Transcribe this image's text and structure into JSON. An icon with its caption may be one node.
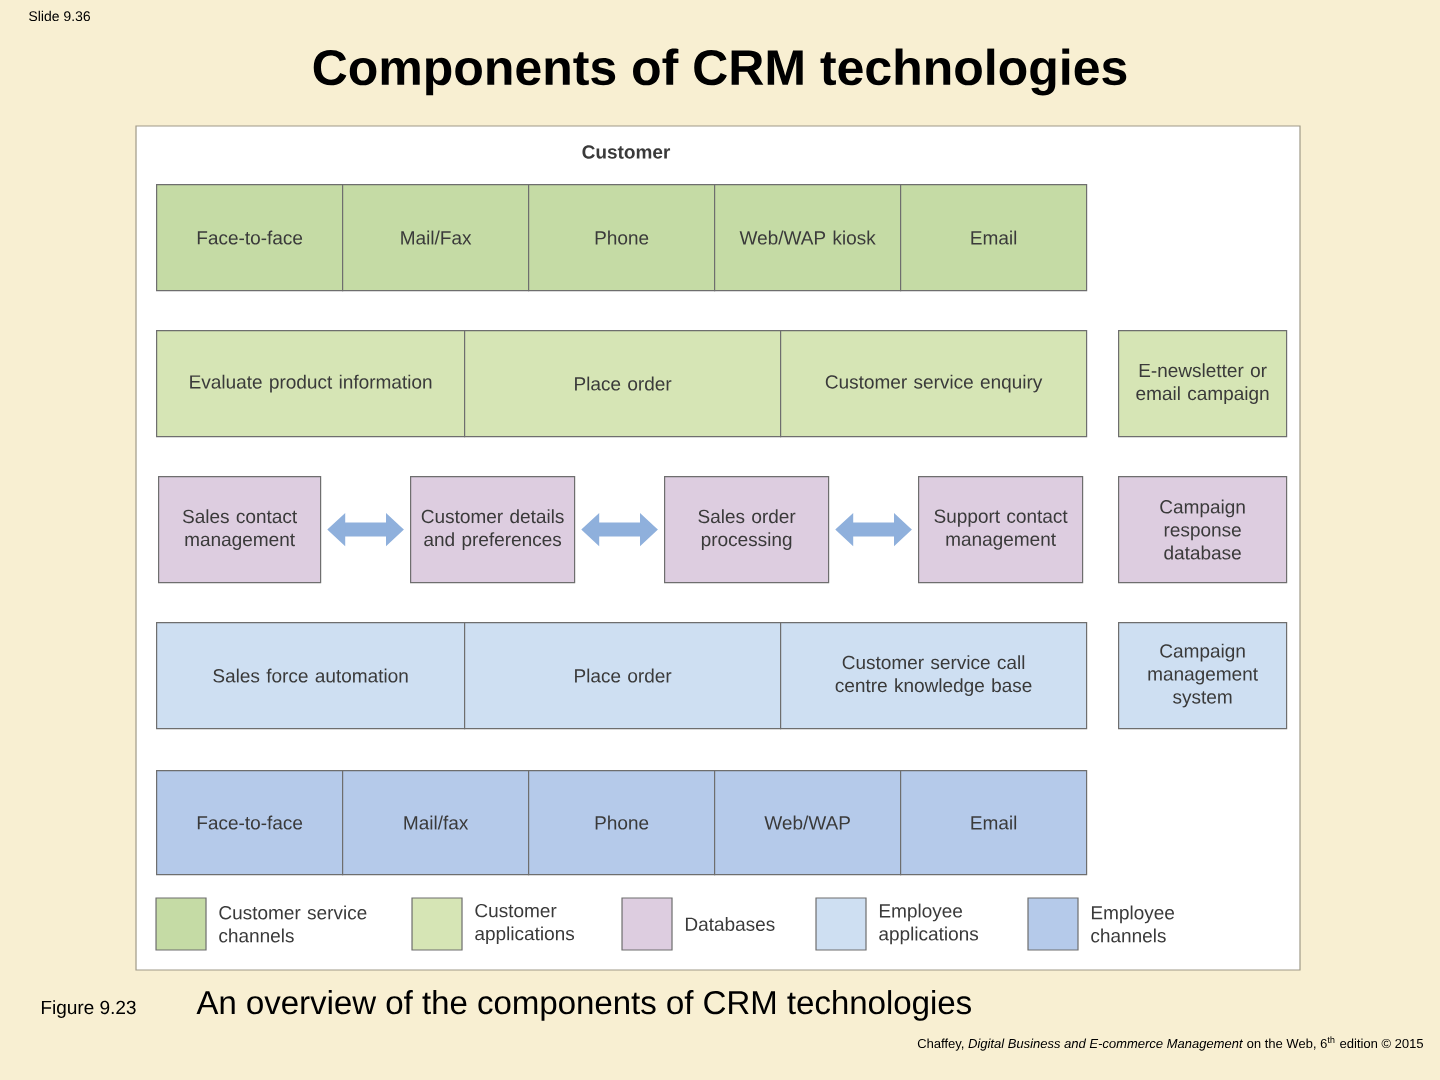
{
  "diagram": {
    "title": "Components of CRM technologies",
    "caption": "An overview of the components of CRM technologies",
    "nodes": [
      {
        "text": [
          "Face-to-face"
        ]
      },
      {
        "text": [
          "Mail/Fax"
        ]
      },
      {
        "text": [
          "Phone"
        ]
      },
      {
        "text": [
          "Web/WAP kiosk"
        ]
      },
      {
        "text": [
          "Email"
        ]
      },
      {
        "text": [
          "Evaluate product information"
        ]
      },
      {
        "text": [
          "Place order"
        ]
      },
      {
        "text": [
          "Customer service enquiry"
        ]
      },
      {
        "text": [
          "E-newsletter or email campaign"
        ]
      },
      {
        "text": [
          "Sales contact management"
        ]
      },
      {
        "text": [
          "Customer details and preferences"
        ]
      },
      {
        "text": [
          "Sales order processing"
        ]
      },
      {
        "text": [
          "Support contact management"
        ]
      },
      {
        "text": [
          "Campaign response database"
        ]
      },
      {
        "text": [
          "Sales force automation"
        ]
      },
      {
        "text": [
          "Place order"
        ]
      },
      {
        "text": [
          "Customer service call centre knowledge base"
        ]
      },
      {
        "text": [
          "Campaign management system"
        ]
      },
      {
        "text": [
          "Face-to-face"
        ]
      },
      {
        "text": [
          "Mail/fax"
        ]
      },
      {
        "text": [
          "Phone"
        ]
      },
      {
        "text": [
          "Web/WAP"
        ]
      },
      {
        "text": [
          "Email"
        ]
      }
    ],
    "edges": [
      {
        "from": 9,
        "to": 10,
        "arrow": "both"
      },
      {
        "from": 10,
        "to": 11,
        "arrow": "both"
      },
      {
        "from": 11,
        "to": 12,
        "arrow": "both"
      }
    ],
    "labels": [
      "Slide 9.36",
      "Customer",
      "Figure 9.23",
      "Chaffey, *Digital Business and E-commerce Management* on the Web, 6$^{th}$ edition © 2015"
    ],
    "legend": [
      {
        "text": "Customer service channels",
        "color": "#c5dba5"
      },
      {
        "text": "Customer applications",
        "color": "#d6e5b5"
      },
      {
        "text": "Databases",
        "color": "#ddcde0"
      },
      {
        "text": "Employee applications",
        "color": "#cedff2"
      },
      {
        "text": "Employee channels",
        "color": "#b5caea"
      }
    ]
  }
}
